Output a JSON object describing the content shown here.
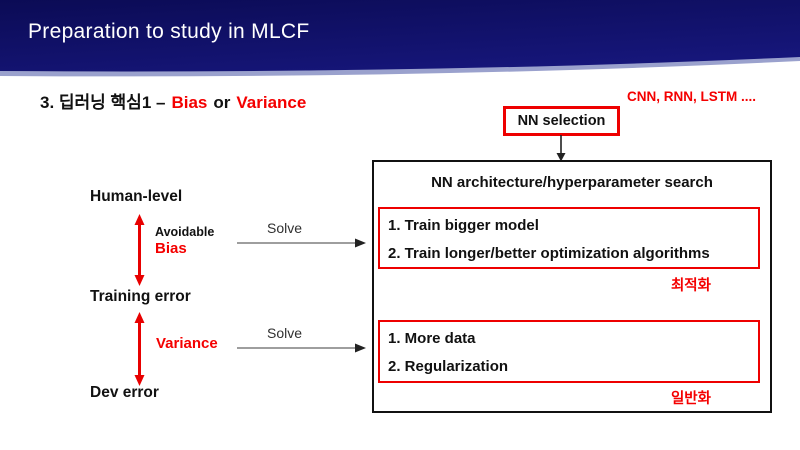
{
  "header": {
    "title": "Preparation to study in MLCF"
  },
  "slide_title": {
    "prefix": "3. 딥러닝 핵심1 –",
    "bias_word": "Bias",
    "middle_word": "or",
    "variance_word": "Variance"
  },
  "top_right_note": "CNN, RNN, LSTM ....",
  "nn_selection_label": "NN selection",
  "search_box": {
    "title": "NN architecture/hyperparameter search",
    "bias_solutions": {
      "items": [
        "1. Train bigger model",
        "2. Train longer/better optimization algorithms"
      ],
      "caption": "최적화"
    },
    "variance_solutions": {
      "items": [
        "1. More data",
        "2. Regularization"
      ],
      "caption": "일반화"
    }
  },
  "error_levels": {
    "human_level": "Human-level",
    "avoidable": "Avoidable",
    "bias": "Bias",
    "training_error": "Training error",
    "variance": "Variance",
    "dev_error": "Dev error",
    "solve": "Solve"
  },
  "colors": {
    "header_navy": "#0f0f68",
    "accent_red": "#f40000",
    "text_black": "#111111",
    "header_text": "#ffffff"
  }
}
